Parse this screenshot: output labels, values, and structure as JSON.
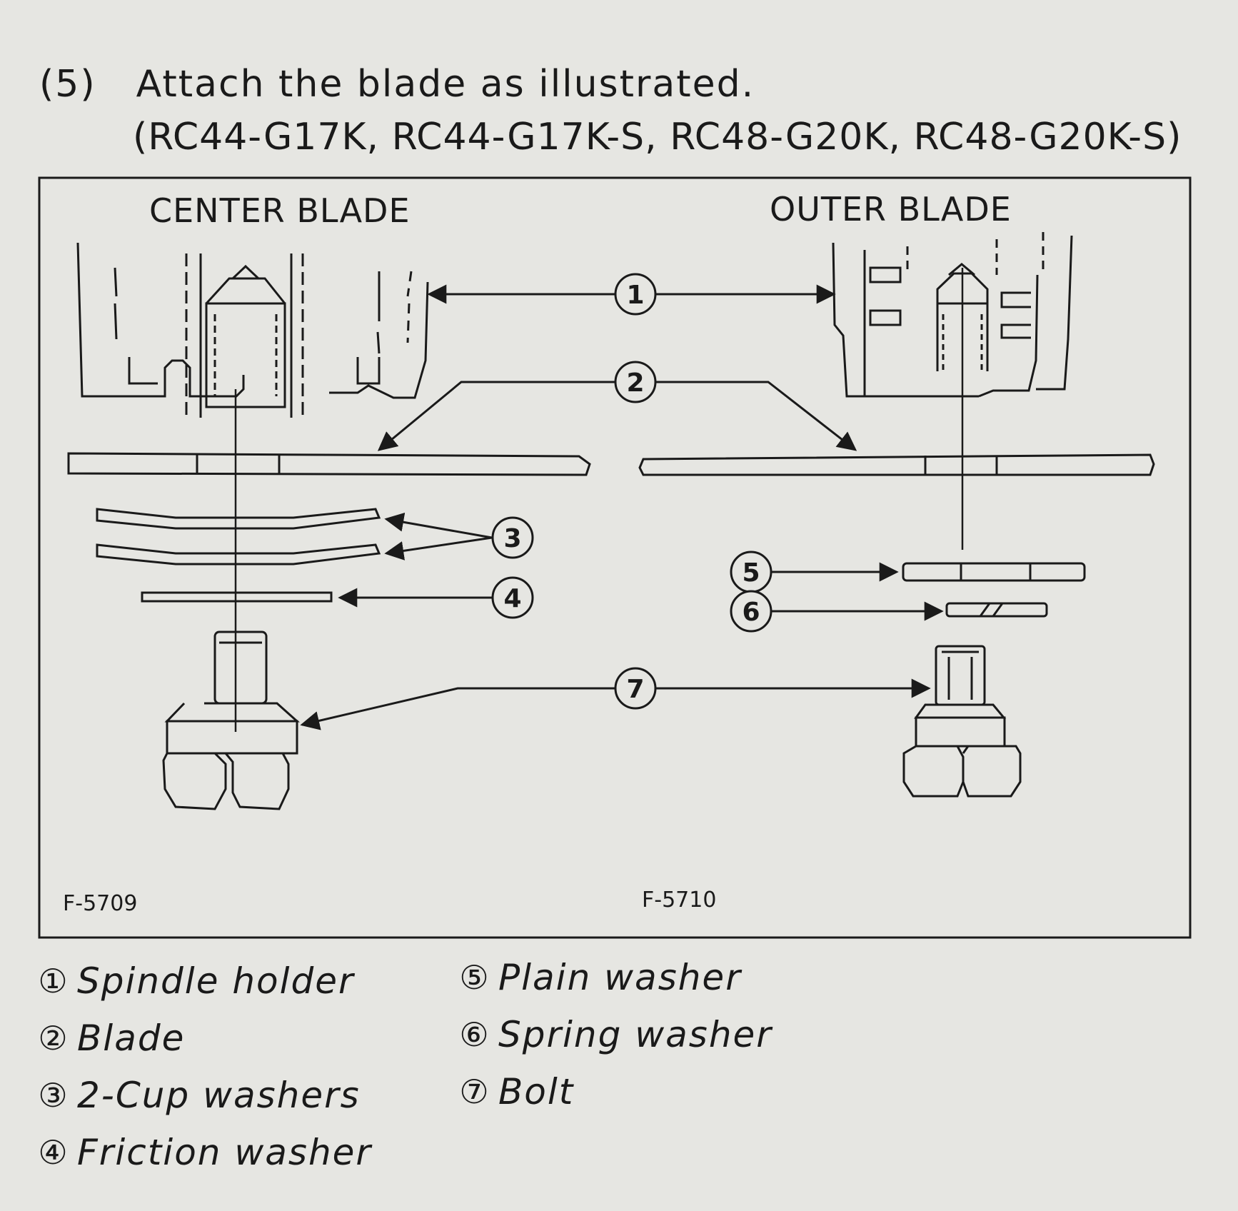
{
  "step": {
    "number": "(5)",
    "instruction": "Attach the blade as illustrated.",
    "models": "(RC44-G17K, RC44-G17K-S, RC48-G20K, RC48-G20K-S)"
  },
  "figure": {
    "center_label": "CENTER BLADE",
    "outer_label": "OUTER BLADE",
    "left_code": "F-5709",
    "right_code": "F-5710",
    "callouts": [
      "1",
      "2",
      "3",
      "4",
      "5",
      "6",
      "7"
    ]
  },
  "legend": [
    {
      "mark": "①",
      "text": "Spindle  holder"
    },
    {
      "mark": "②",
      "text": "Blade"
    },
    {
      "mark": "③",
      "text": "2-Cup  washers"
    },
    {
      "mark": "④",
      "text": "Friction  washer"
    },
    {
      "mark": "⑤",
      "text": "Plain  washer"
    },
    {
      "mark": "⑥",
      "text": "Spring  washer"
    },
    {
      "mark": "⑦",
      "text": "Bolt"
    }
  ]
}
